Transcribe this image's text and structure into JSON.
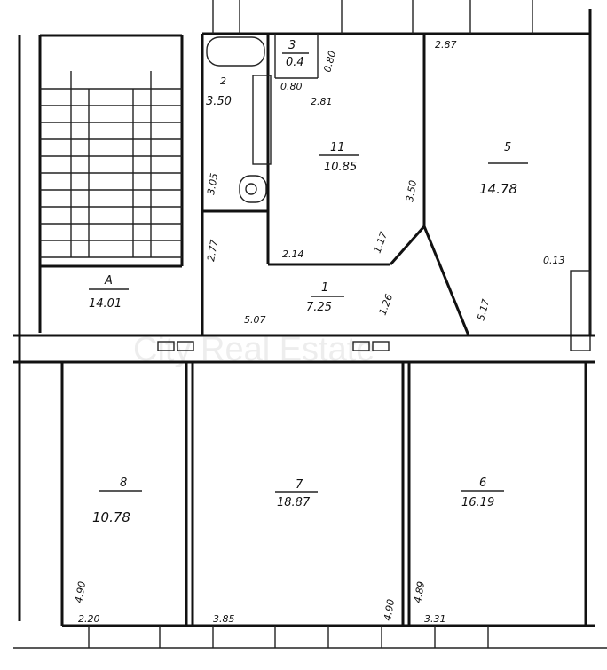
{
  "rooms": [
    {
      "id": "A",
      "area": "14.01"
    },
    {
      "id": "2",
      "area": "3.50"
    },
    {
      "id": "3",
      "area": "0.4"
    },
    {
      "id": "11",
      "area": "10.85"
    },
    {
      "id": "5",
      "area": "14.78"
    },
    {
      "id": "1",
      "area": "7.25"
    },
    {
      "id": "8",
      "area": "10.78"
    },
    {
      "id": "7",
      "area": "18.87"
    },
    {
      "id": "6",
      "area": "16.19"
    }
  ],
  "dimensions": {
    "top_right": "2.87",
    "wc_side": "0.80",
    "wc_bottom": "0.80",
    "kitchen_width": "2.81",
    "kitchen_left": "3.05",
    "hall_left": "2.77",
    "hall_bottom": "2.14",
    "diag": "1.17",
    "room5_left": "3.50",
    "diag_wall": "5.17",
    "room5_right": "0.13",
    "hall_mid": "1.26",
    "hall_length": "5.07",
    "room8_height": "4.90",
    "room8_width": "2.20",
    "room7_width": "3.85",
    "room7_height": "4.90",
    "room6_height": "4.89",
    "room6_width": "3.31"
  },
  "watermark": "City Real Estate"
}
